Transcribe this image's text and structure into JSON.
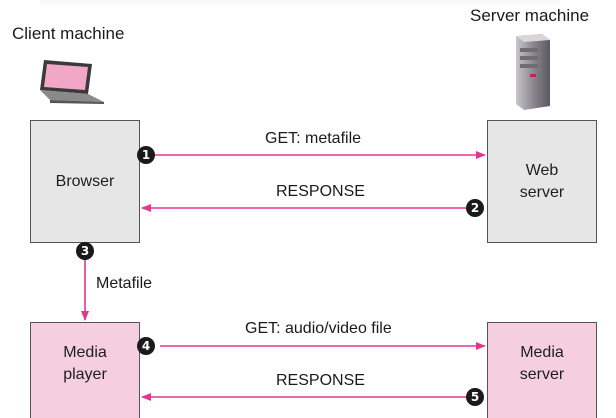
{
  "machines": {
    "client_label": "Client machine",
    "server_label": "Server machine"
  },
  "boxes": {
    "browser": "Browser",
    "web_server_line1": "Web",
    "web_server_line2": "server",
    "media_player_line1": "Media",
    "media_player_line2": "player",
    "media_server_line1": "Media",
    "media_server_line2": "server"
  },
  "messages": {
    "get_metafile": "GET: metafile",
    "response_1": "RESPONSE",
    "metafile": "Metafile",
    "get_av_file": "GET: audio/video file",
    "response_2": "RESPONSE"
  },
  "steps": [
    "1",
    "2",
    "3",
    "4",
    "5"
  ],
  "colors": {
    "arrow": "#e0388f",
    "box_gray": "#e6e6e6",
    "box_pink": "#f5cfe0",
    "step_badge": "#1a1a1a"
  },
  "icons": {
    "client": "laptop-icon",
    "server": "server-tower-icon"
  }
}
